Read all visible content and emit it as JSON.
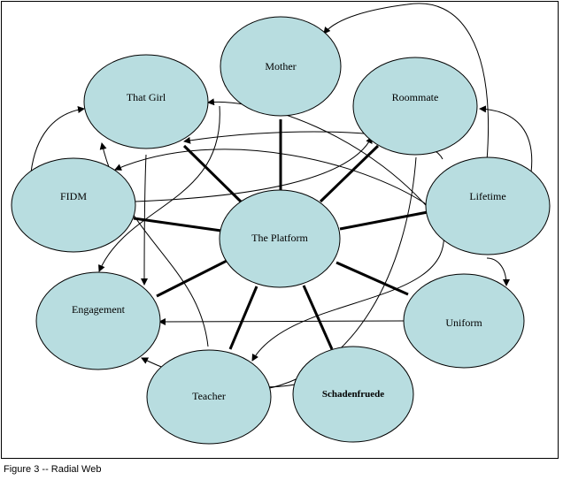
{
  "diagram": {
    "center": {
      "id": "platform",
      "label": "The Platform"
    },
    "nodes": [
      {
        "id": "mother",
        "label": "Mother"
      },
      {
        "id": "that_girl",
        "label": "That Girl"
      },
      {
        "id": "roommate",
        "label": "Roommate"
      },
      {
        "id": "fidm",
        "label": "FIDM"
      },
      {
        "id": "lifetime",
        "label": "Lifetime"
      },
      {
        "id": "engagement",
        "label": "Engagement"
      },
      {
        "id": "uniform",
        "label": "Uniform"
      },
      {
        "id": "teacher",
        "label": "Teacher"
      },
      {
        "id": "schadenfruede",
        "label": "Schadenfruede",
        "bold": true
      }
    ],
    "colors": {
      "node_fill": "#b8dde0",
      "stroke": "#000000"
    }
  },
  "caption": "Figure 3 -- Radial Web"
}
